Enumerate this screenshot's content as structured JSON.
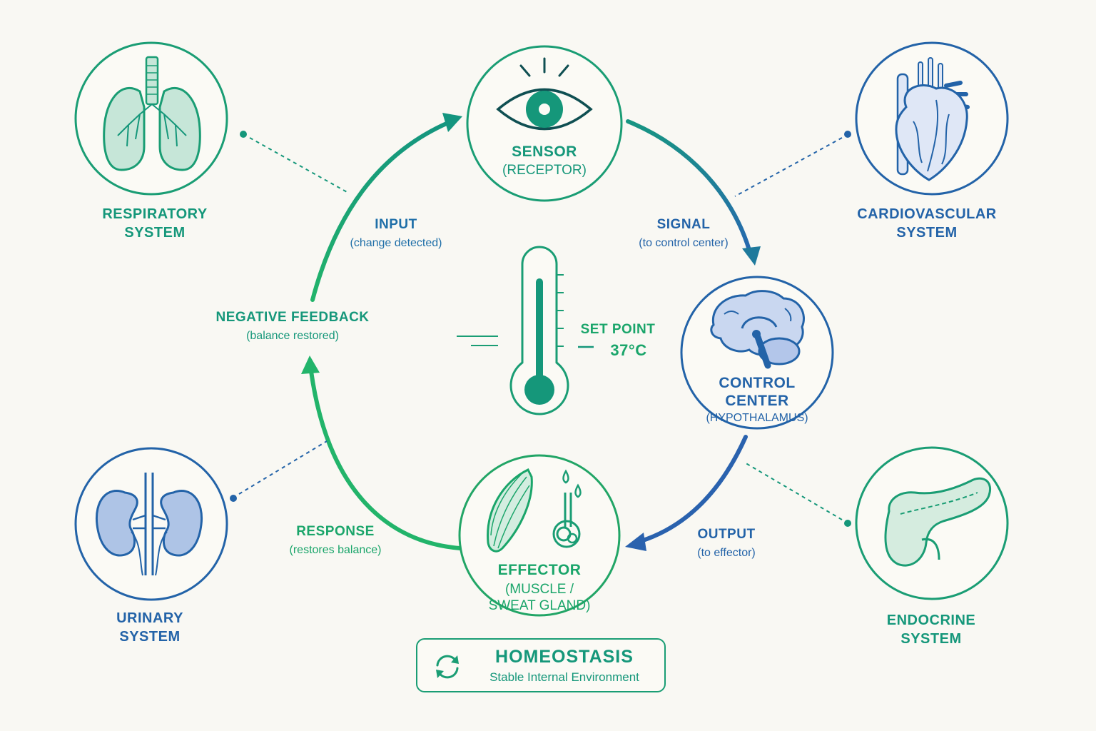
{
  "colors": {
    "teal": "#15977a",
    "blue": "#2363a8",
    "green": "#1aa56a",
    "background": "#f9f8f3"
  },
  "cycle": {
    "sensor": {
      "title": "SENSOR",
      "subtitle": "(RECEPTOR)",
      "icon": "eye-icon"
    },
    "control_center": {
      "title_line1": "CONTROL",
      "title_line2": "CENTER",
      "subtitle": "(HYPOTHALAMUS)",
      "icon": "brain-icon"
    },
    "effector": {
      "title": "EFFECTOR",
      "subtitle_line1": "(MUSCLE /",
      "subtitle_line2": "SWEAT GLAND)",
      "icons": [
        "muscle-icon",
        "sweat-gland-icon"
      ]
    }
  },
  "edges": {
    "input": {
      "label": "INPUT",
      "sub": "(change detected)"
    },
    "signal": {
      "label": "SIGNAL",
      "sub": "(to control center)"
    },
    "output": {
      "label": "OUTPUT",
      "sub": "(to effector)"
    },
    "response": {
      "label": "RESPONSE",
      "sub": "(restores balance)"
    },
    "feedback": {
      "label": "NEGATIVE FEEDBACK",
      "sub": "(balance restored)"
    }
  },
  "center": {
    "set_point_label": "SET POINT",
    "set_point_value": "37°C",
    "icon": "thermometer-icon"
  },
  "systems": {
    "respiratory": {
      "line1": "RESPIRATORY",
      "line2": "SYSTEM",
      "icon": "lungs-icon"
    },
    "cardiovascular": {
      "line1": "CARDIOVASCULAR",
      "line2": "SYSTEM",
      "icon": "heart-icon"
    },
    "urinary": {
      "line1": "URINARY",
      "line2": "SYSTEM",
      "icon": "kidneys-icon"
    },
    "endocrine": {
      "line1": "ENDOCRINE",
      "line2": "SYSTEM",
      "icon": "pancreas-icon"
    }
  },
  "homeostasis": {
    "title": "HOMEOSTASIS",
    "subtitle": "Stable Internal Environment",
    "icon": "cycle-arrows-icon"
  }
}
